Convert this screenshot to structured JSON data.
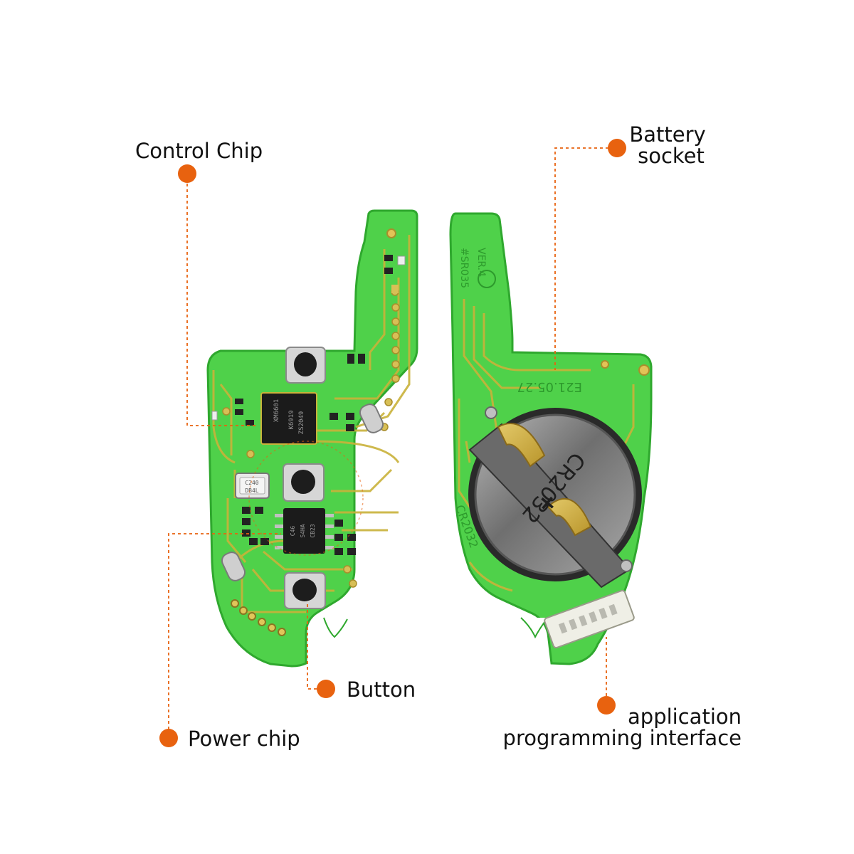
{
  "callouts": {
    "control_chip": "Control Chip",
    "battery_socket_line1": "Battery",
    "battery_socket_line2": "socket",
    "button": "Button",
    "power_chip": "Power chip",
    "api_line1": "application",
    "api_line2": "programming interface"
  },
  "board_markings": {
    "model": "#SR035",
    "version": "VER.4",
    "date_code": "E21.05.27",
    "battery_type_socket": "CR2032",
    "battery_type_board": "CR2032",
    "control_chip_text_1": "XM6601",
    "control_chip_text_2": "K6919",
    "control_chip_text_3": "ZS2049",
    "power_chip_text_1": "C46",
    "power_chip_text_2": "S4HA",
    "power_chip_text_3": "CB23",
    "crystal_text_1": "C240",
    "crystal_text_2": "DB4L",
    "polarity": "+"
  },
  "colors": {
    "pcb_green": "#4fd14a",
    "pcb_edge": "#2fa82e",
    "trace_gold": "#c9b23a",
    "callout_orange": "#e8620f",
    "chip_black": "#1b1b1b",
    "metal": "#8a8a8a"
  }
}
